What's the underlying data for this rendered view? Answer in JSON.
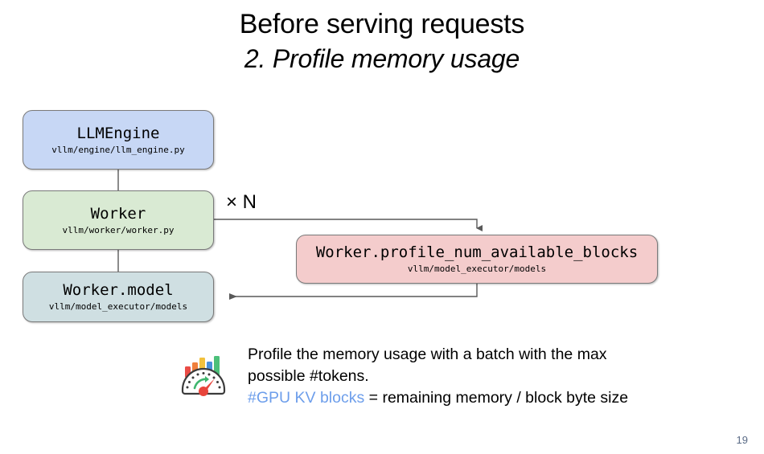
{
  "slide": {
    "title_line1": "Before serving requests",
    "title_line2": "2. Profile memory usage",
    "page_number": "19"
  },
  "diagram": {
    "multiplier_label": "× N",
    "nodes": [
      {
        "id": "llmengine",
        "title": "LLMEngine",
        "subtitle": "vllm/engine/llm_engine.py",
        "fill": "#c7d7f5"
      },
      {
        "id": "worker",
        "title": "Worker",
        "subtitle": "vllm/worker/worker.py",
        "fill": "#d9ead3"
      },
      {
        "id": "worker-model",
        "title": "Worker.model",
        "subtitle": "vllm/model_executor/models",
        "fill": "#cfdfe2"
      },
      {
        "id": "profile",
        "title": "Worker.profile_num_available_blocks",
        "subtitle": "vllm/model_executor/models",
        "fill": "#f4cccc"
      }
    ],
    "connector_color": "#595959"
  },
  "caption": {
    "line1": "Profile the memory usage with a batch with the max",
    "line2": "possible #tokens.",
    "line3_accent": "#GPU KV blocks",
    "line3_rest": " = remaining memory / block byte size",
    "accent_color": "#6d9eeb",
    "icon": "speedometer-bar-chart-icon"
  }
}
